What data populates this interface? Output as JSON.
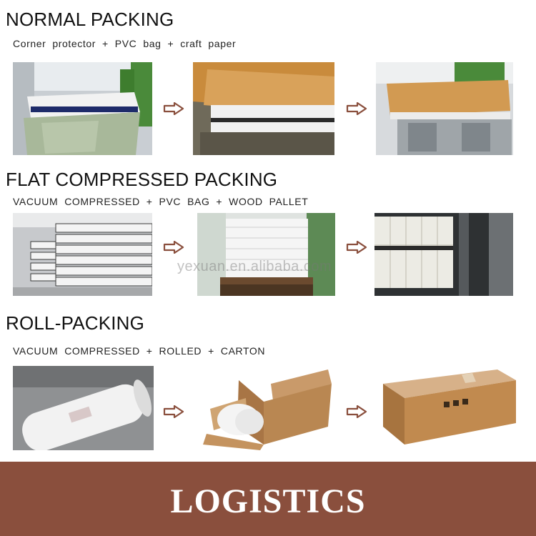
{
  "sections": [
    {
      "title": "NORMAL PACKING",
      "subtitle": "Corner  protector  +  PVC  bag  +  craft  paper"
    },
    {
      "title": "FLAT COMPRESSED PACKING",
      "subtitle": "VACUUM  COMPRESSED  +  PVC  BAG  +  WOOD  PALLET"
    },
    {
      "title": "ROLL-PACKING",
      "subtitle": "VACUUM  COMPRESSED  +  ROLLED  +  CARTON"
    }
  ],
  "watermark": "yexuan.en.alibaba.com",
  "footer": {
    "title": "LOGISTICS"
  },
  "colors": {
    "banner": "#8a4f3d",
    "arrow": "#8a4f3d"
  }
}
